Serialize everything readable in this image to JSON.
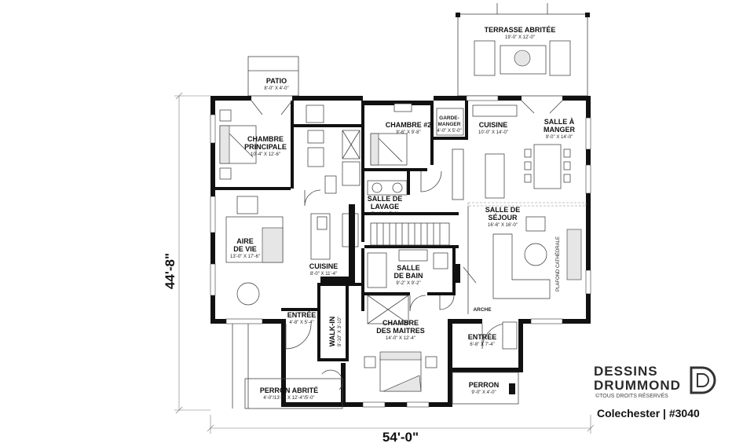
{
  "rooms": {
    "terrasse": {
      "name": "TERRASSE ABRITÉE",
      "dim": "19'-0\" X 12'-0\""
    },
    "patio": {
      "name": "PATIO",
      "dim": "8'-0\" X 4'-0\""
    },
    "chambre_principale": {
      "name1": "CHAMBRE",
      "name2": "PRINCIPALE",
      "dim": "10'-4\" X 12'-6\""
    },
    "chambre2": {
      "name": "CHAMBRE #2",
      "dim": "9'-6\" X 9'-8\""
    },
    "garde_manger": {
      "name1": "GARDE-",
      "name2": "MANGER",
      "dim": "4'-0\" X 5'-0\""
    },
    "cuisine_main": {
      "name": "CUISINE",
      "dim": "10'-0\" X 14'-0\""
    },
    "salle_a_manger": {
      "name1": "SALLE À",
      "name2": "MANGER",
      "dim": "9'-0\" X 14'-0\""
    },
    "salle_lavage": {
      "name1": "SALLE DE",
      "name2": "LAVAGE",
      "dim": "5'-10\" X 7'-0\""
    },
    "salle_sejour": {
      "name1": "SALLE DE",
      "name2": "SÉJOUR",
      "dim": "16'-6\" X 16'-0\""
    },
    "aire_vie": {
      "name1": "AIRE",
      "name2": "DE VIE",
      "dim": "13'-0\" X 17'-6\""
    },
    "cuisine_small": {
      "name": "CUISINE",
      "dim": "8'-0\" X 11'-4\""
    },
    "salle_bain": {
      "name1": "SALLE",
      "name2": "DE BAIN",
      "dim": "9'-2\" X 9'-2\""
    },
    "entree_left": {
      "name": "ENTRÉE",
      "dim": "4'-8\" X 5'-4\""
    },
    "walk_in": {
      "name": "WALK-IN",
      "dim": "9'-10\" X 3'-10\""
    },
    "chambre_maitres": {
      "name1": "CHAMBRE",
      "name2": "DES MAITRES",
      "dim": "14'-0\" X 12'-4\""
    },
    "arche": {
      "name": "ARCHE"
    },
    "entree_right": {
      "name": "ENTRÉE",
      "dim": "6'-8\" X 7'-4\""
    },
    "perron": {
      "name": "PERRON",
      "dim": "9'-0\" X 4'-0\""
    },
    "perron_abrite": {
      "name": "PERRON ABRITÉ",
      "dim": "4'-0\"/13'-0\" X 12'-4\"/5'-0\""
    },
    "plafond": {
      "name": "PLAFOND CATHÉDRALE"
    }
  },
  "dimensions": {
    "depth": "44'-8\"",
    "width": "54'-0\""
  },
  "brand": {
    "line1": "DESSINS",
    "line2": "DRUMMOND",
    "rights": "©TOUS DROITS RÉSERVÉS"
  },
  "caption": "Colechester  |  #3040"
}
